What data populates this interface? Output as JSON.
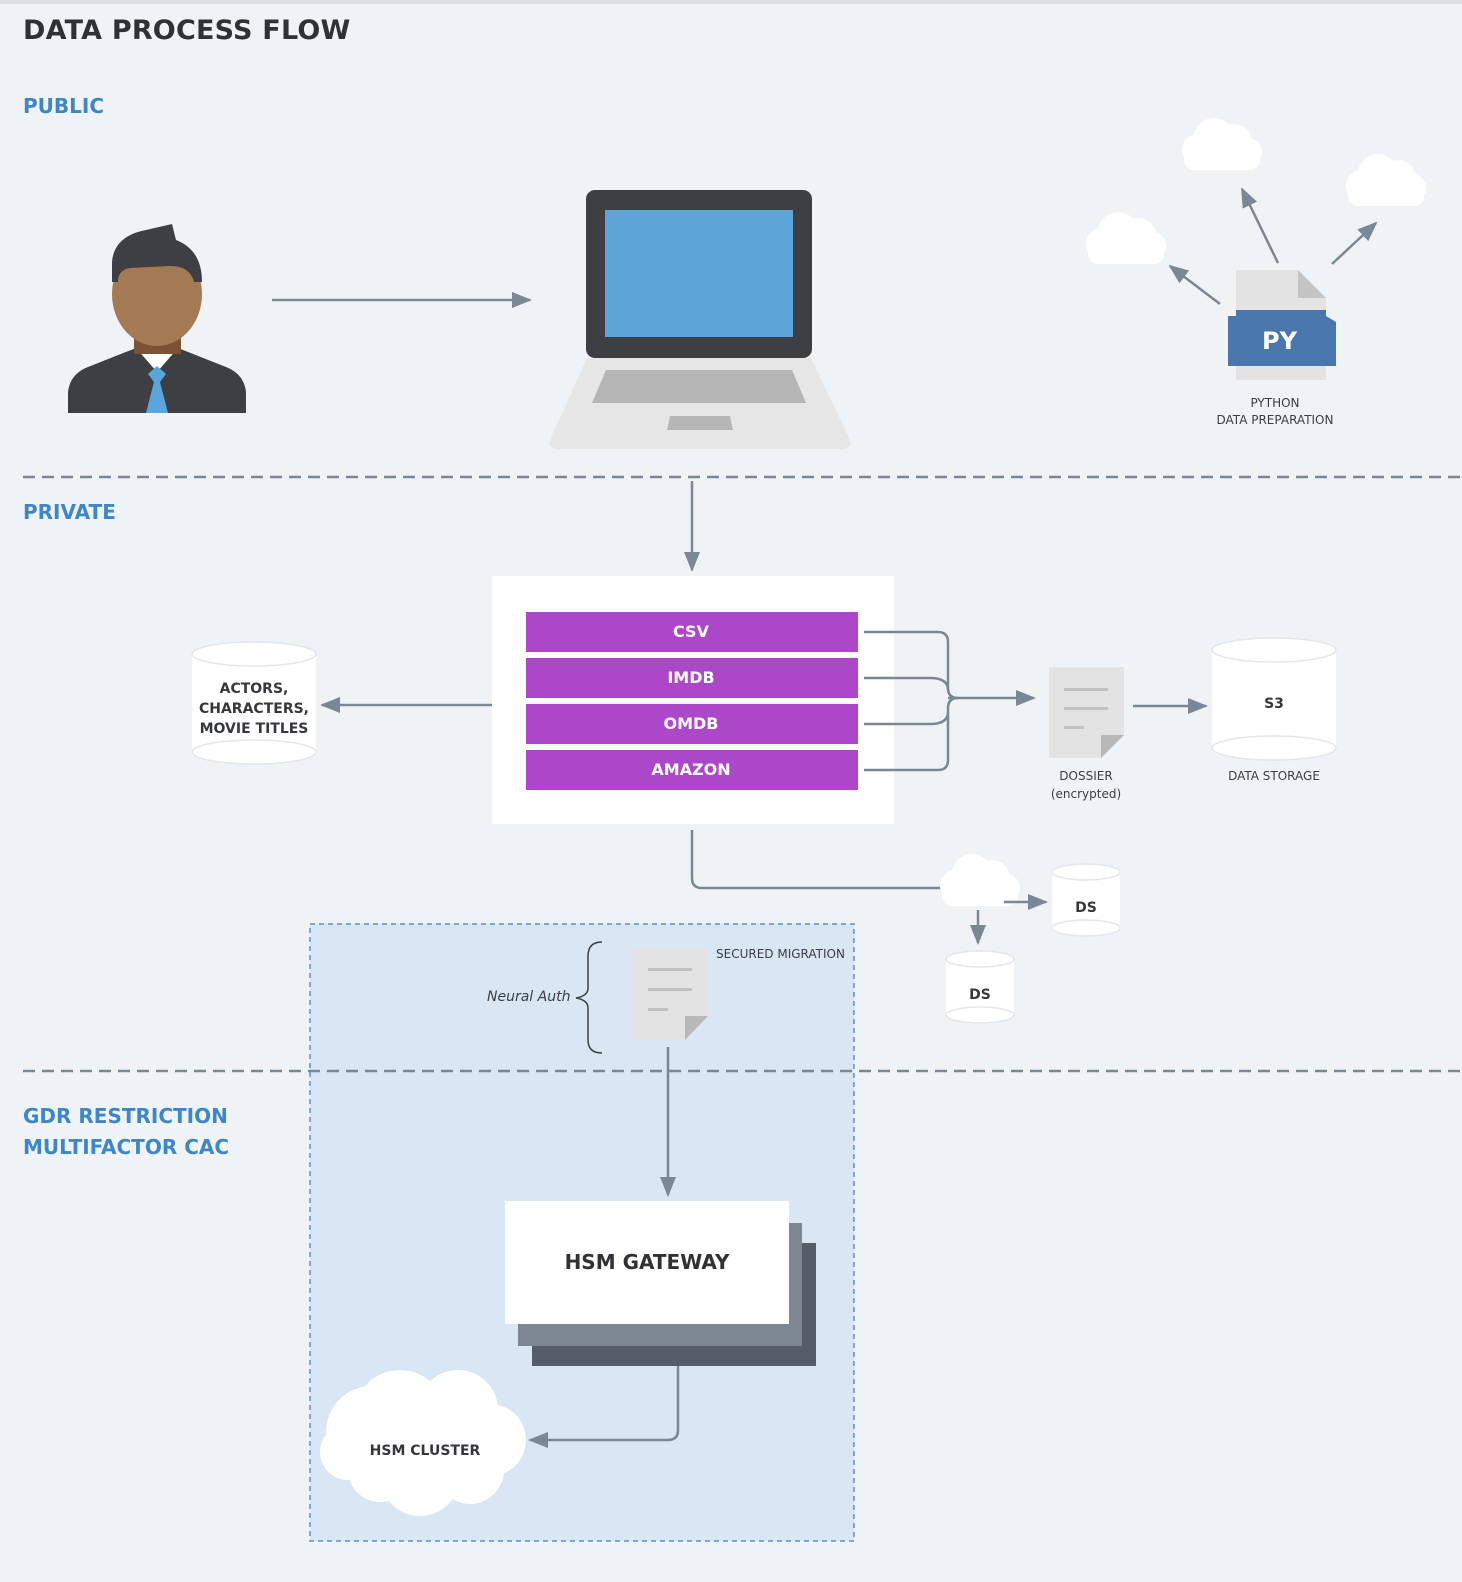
{
  "title": "DATA PROCESS FLOW",
  "sections": {
    "public": "PUBLIC",
    "private": "PRIVATE",
    "restricted_line1": "GDR RESTRICTION",
    "restricted_line2": "MULTIFACTOR CAC"
  },
  "python": {
    "badge": "PY",
    "label_line1": "PYTHON",
    "label_line2": "DATA PREPARATION"
  },
  "sources": [
    "CSV",
    "IMDB",
    "OMDB",
    "AMAZON"
  ],
  "actors_db": {
    "line1": "ACTORS,",
    "line2": "CHARACTERS,",
    "line3": "MOVIE TITLES"
  },
  "dossier": {
    "line1": "DOSSIER",
    "line2": "(encrypted)"
  },
  "s3": {
    "label": "S3",
    "caption": "DATA STORAGE"
  },
  "ds_label": "DS",
  "migration": {
    "title": "SECURED MIGRATION",
    "auth": "Neural Auth"
  },
  "hsm_gateway": "HSM GATEWAY",
  "hsm_cluster": "HSM CLUSTER",
  "colors": {
    "section_blue": "#3d86c9",
    "source_bar": "#ad47c9",
    "connector": "#7a8794",
    "python_blue": "#4876ad",
    "secure_zone": "#d9e6f3"
  },
  "icons": [
    "user-icon",
    "laptop-icon",
    "python-file-icon",
    "cloud-icon",
    "document-icon",
    "database-icon"
  ]
}
